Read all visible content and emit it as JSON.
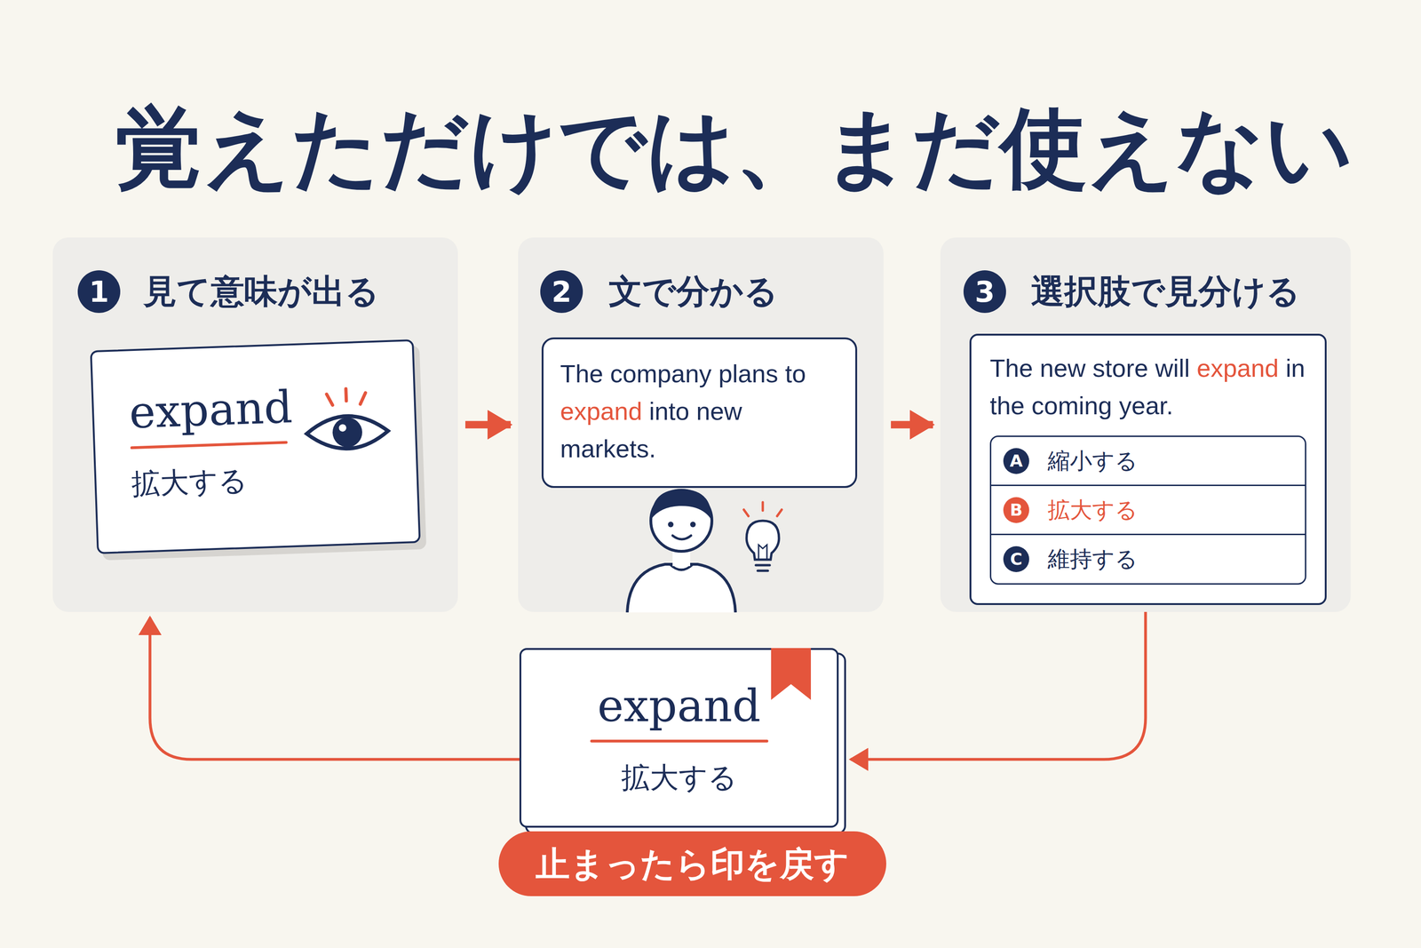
{
  "diagram": {
    "title": "覚えただけでは、まだ使えない",
    "nodes": [
      {
        "text": [
          "見て意味が出る"
        ]
      },
      {
        "text": [
          "1"
        ],
        "in": 0
      },
      {
        "text": [
          "expand",
          "拡大する"
        ],
        "in": 0
      },
      {
        "text": [
          "文で分かる"
        ]
      },
      {
        "text": [
          "2"
        ],
        "in": 3
      },
      {
        "text": [
          "The company plans to",
          "expand",
          "into new markets."
        ],
        "in": 3
      },
      {
        "text": [
          "選択肢で見分ける"
        ]
      },
      {
        "text": [
          "3"
        ],
        "in": 6
      },
      {
        "text": [
          "The new store will",
          "expand",
          "in the coming year."
        ],
        "in": 6
      },
      {
        "text": [
          "A",
          "縮小する"
        ],
        "in": 8
      },
      {
        "text": [
          "B",
          "拡大する"
        ],
        "in": 8
      },
      {
        "text": [
          "C",
          "維持する"
        ],
        "in": 8
      },
      {
        "text": [
          "expand",
          "拡大する"
        ]
      },
      {
        "text": [
          "止まったら印を戻す"
        ]
      }
    ],
    "edges": [
      {
        "from": 0,
        "to": 3,
        "arrow": "to"
      },
      {
        "from": 3,
        "to": 6,
        "arrow": "to"
      },
      {
        "from": 6,
        "to": 12,
        "arrow": "to"
      },
      {
        "from": 12,
        "to": 0,
        "arrow": "to"
      }
    ]
  }
}
